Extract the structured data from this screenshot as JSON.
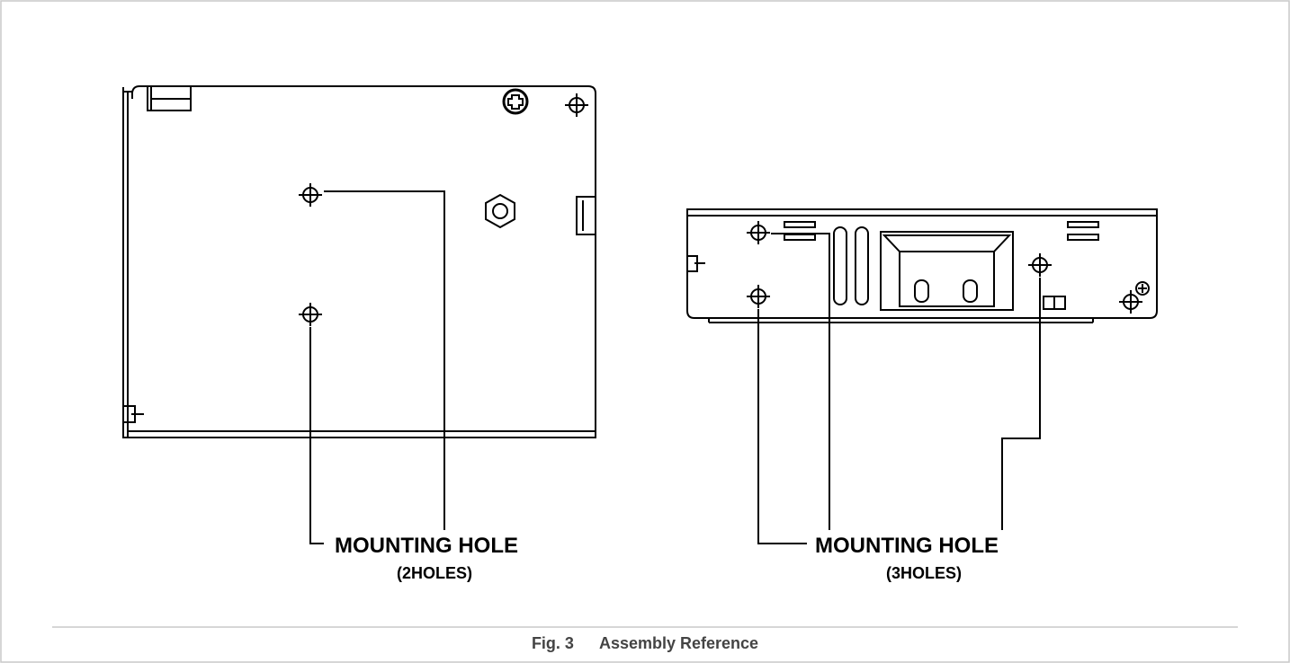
{
  "figure": {
    "label": "Fig. 3",
    "title": "Assembly Reference"
  },
  "left_view": {
    "callout": "MOUNTING HOLE",
    "sub_callout": "(2HOLES)"
  },
  "right_view": {
    "callout": "MOUNTING HOLE",
    "sub_callout": "(3HOLES)"
  },
  "colors": {
    "line": "#000000",
    "frame": "#c8c8c8",
    "caption": "#444444"
  }
}
